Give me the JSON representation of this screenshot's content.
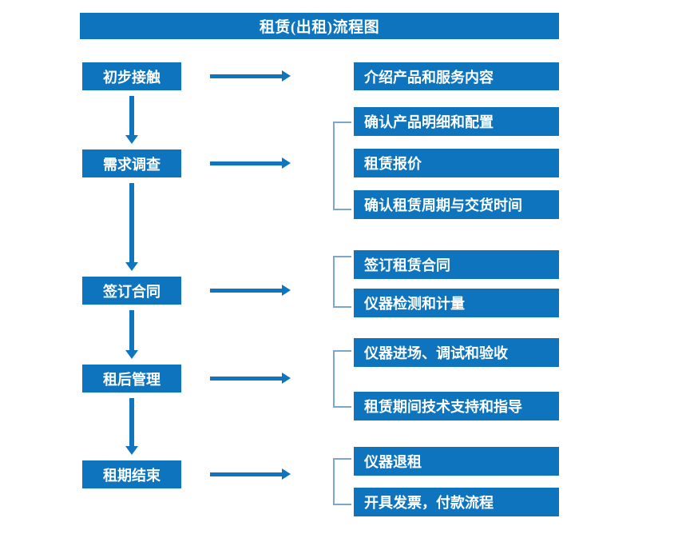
{
  "chart_data": {
    "type": "diagram",
    "title": "租赁(出租)流程图",
    "diagram_kind": "flowchart",
    "stages": [
      {
        "stage_label": "初步接触",
        "details": [
          "介绍产品和服务内容"
        ],
        "grouped": false
      },
      {
        "stage_label": "需求调查",
        "details": [
          "确认产品明细和配置",
          "租赁报价",
          "确认租赁周期与交货时间"
        ],
        "grouped": true
      },
      {
        "stage_label": "签订合同",
        "details": [
          "签订租赁合同",
          "仪器检测和计量"
        ],
        "grouped": true
      },
      {
        "stage_label": "租后管理",
        "details": [
          "仪器进场、调试和验收",
          "租赁期间技术支持和指导"
        ],
        "grouped": true
      },
      {
        "stage_label": "租期结束",
        "details": [
          "仪器退租",
          "开具发票，付款流程"
        ],
        "grouped": true
      }
    ],
    "flow_order": [
      "初步接触",
      "需求调查",
      "签订合同",
      "租后管理",
      "租期结束"
    ],
    "colors": {
      "box_fill": "#0d74bd",
      "box_text": "#ffffff",
      "arrow": "#0f75bf",
      "bracket": "#7ca7cd",
      "background": "#ffffff"
    }
  },
  "title": {
    "text": "租赁(出租)流程图"
  },
  "stage_boxes": [
    {
      "label": "初步接触"
    },
    {
      "label": "需求调查"
    },
    {
      "label": "签订合同"
    },
    {
      "label": "租后管理"
    },
    {
      "label": "租期结束"
    }
  ],
  "detail_boxes": [
    {
      "label": "介绍产品和服务内容"
    },
    {
      "label": "确认产品明细和配置"
    },
    {
      "label": "租赁报价"
    },
    {
      "label": "确认租赁周期与交货时间"
    },
    {
      "label": "签订租赁合同"
    },
    {
      "label": "仪器检测和计量"
    },
    {
      "label": "仪器进场、调试和验收"
    },
    {
      "label": "租赁期间技术支持和指导"
    },
    {
      "label": "仪器退租"
    },
    {
      "label": "开具发票，付款流程"
    }
  ]
}
